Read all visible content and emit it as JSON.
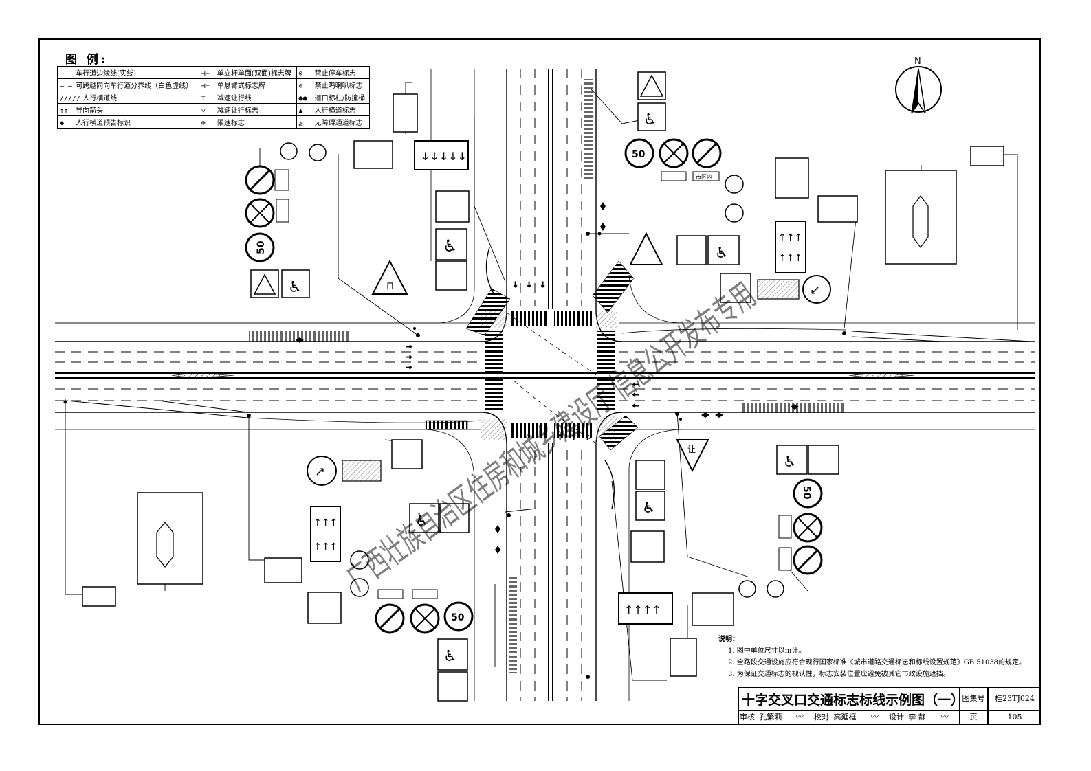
{
  "legend": {
    "title": "图 例:",
    "rows": [
      [
        {
          "sym": "——",
          "label": "车行道边缘线(实线)"
        },
        {
          "sym": "⊣⊢",
          "label": "单立杆单面(双面)标志牌"
        },
        {
          "sym": "⊗",
          "label": "禁止停车标志"
        }
      ],
      [
        {
          "sym": "– –",
          "label": "可跨越同向车行道分界线（白色虚线）"
        },
        {
          "sym": "⊣⌐",
          "label": "单悬臂式标志牌"
        },
        {
          "sym": "⊖",
          "label": "禁止鸣喇叭标志"
        }
      ],
      [
        {
          "sym": "/////",
          "label": "人行横道线"
        },
        {
          "sym": "⊤",
          "label": "减速让行线"
        },
        {
          "sym": "●●",
          "label": "道口标柱/防撞桶"
        }
      ],
      [
        {
          "sym": "↑↑",
          "label": "导向箭头"
        },
        {
          "sym": "▽",
          "label": "减速让行标志"
        },
        {
          "sym": "▲",
          "label": "人行横道标志"
        }
      ],
      [
        {
          "sym": "◆",
          "label": "人行横道预告标识"
        },
        {
          "sym": "⊛",
          "label": "限速标志"
        },
        {
          "sym": "◭",
          "label": "无障碍通道标志"
        }
      ]
    ]
  },
  "compass": {
    "label": "N"
  },
  "signs": {
    "speed_limit": "50",
    "city_area": "市区内",
    "yield": "让",
    "placeholder": "□□□□",
    "placeholder_short": "□□□"
  },
  "watermark": "广西壮族自治区住房和城乡建设厅 信息公开发布专用",
  "notes": {
    "heading": "说明：",
    "items": [
      "1.  图中单位尺寸以m计。",
      "2.  全路段交通设施应符合现行国家标准《城市道路交通标志和标线设置规范》GB 51038的规定。",
      "3.  为保证交通标志的视认性，标志安装位置应避免被其它市政设施遮挡。"
    ]
  },
  "title_block": {
    "title": "十字交叉口交通标志标线示例图（一）",
    "atlas_label": "图集号",
    "atlas_no": "桂23TJ024",
    "review_label": "审核",
    "reviewer": "孔繁莉",
    "check_label": "校对",
    "checker": "高延框",
    "design_label": "设计",
    "designer": "李 静",
    "page_label": "页",
    "page_no": "105"
  }
}
